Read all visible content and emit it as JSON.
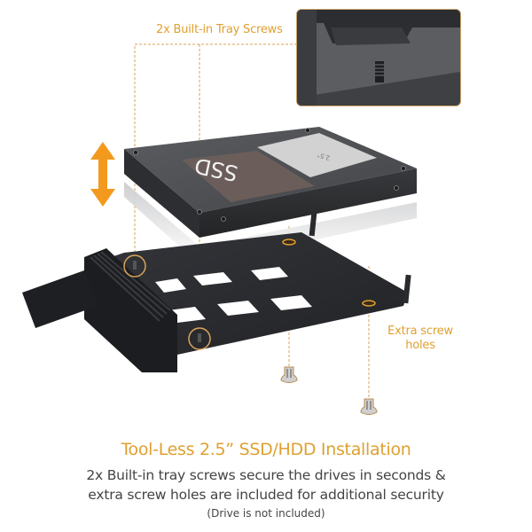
{
  "callouts": {
    "tray_screws": "2x Built-in Tray Screws",
    "extra_holes_line1": "Extra screw",
    "extra_holes_line2": "holes"
  },
  "drive": {
    "label_text": "SSD",
    "label_small": "2.5\""
  },
  "caption": {
    "title": "Tool-Less 2.5” SSD/HDD Installation",
    "body_line1": "2x Built-in tray screws secure the drives in seconds &",
    "body_line2": "extra screw holes are included for additional security",
    "note": "(Drive is not included)"
  },
  "colors": {
    "accent": "#E0A030",
    "arrow": "#F39A1E",
    "tray": "#2a2b2e",
    "drive_body": "#4b4d51",
    "body_text": "#444444"
  },
  "icons": {
    "move_arrow": "vertical-double-arrow-icon"
  }
}
